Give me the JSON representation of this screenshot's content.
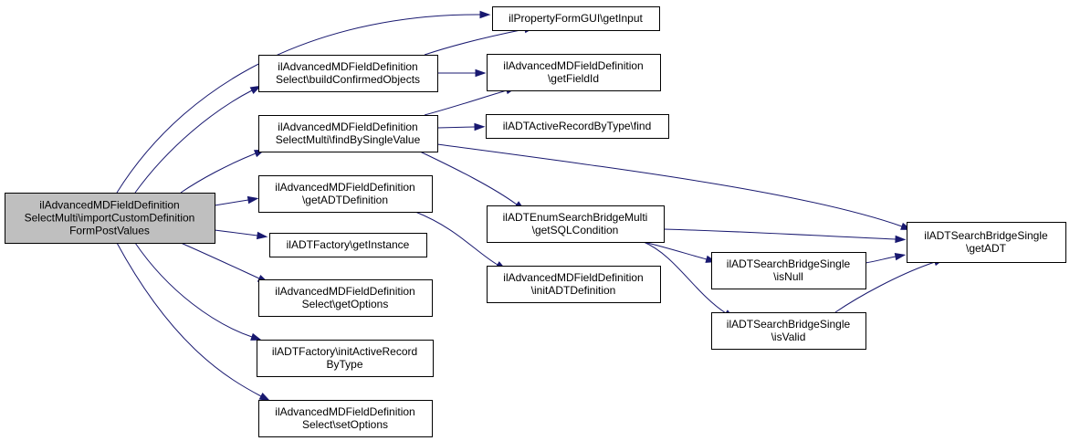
{
  "colors": {
    "root_fill": "#bfbfbf",
    "node_fill": "#ffffff",
    "node_border": "#000000",
    "edge": "#191970"
  },
  "nodes": [
    {
      "id": "root",
      "lines": [
        "ilAdvancedMDFieldDefinition",
        "SelectMulti\\importCustomDefinition",
        "FormPostValues"
      ],
      "root": true
    },
    {
      "id": "buildConfirmed",
      "lines": [
        "ilAdvancedMDFieldDefinition",
        "Select\\buildConfirmedObjects"
      ]
    },
    {
      "id": "findBySingle",
      "lines": [
        "ilAdvancedMDFieldDefinition",
        "SelectMulti\\findBySingleValue"
      ]
    },
    {
      "id": "getADTDef",
      "lines": [
        "ilAdvancedMDFieldDefinition",
        "\\getADTDefinition"
      ]
    },
    {
      "id": "getInstance",
      "lines": [
        "ilADTFactory\\getInstance"
      ]
    },
    {
      "id": "getOptions",
      "lines": [
        "ilAdvancedMDFieldDefinition",
        "Select\\getOptions"
      ]
    },
    {
      "id": "initActive",
      "lines": [
        "ilADTFactory\\initActiveRecord",
        "ByType"
      ]
    },
    {
      "id": "setOptions",
      "lines": [
        "ilAdvancedMDFieldDefinition",
        "Select\\setOptions"
      ]
    },
    {
      "id": "getInput",
      "lines": [
        "ilPropertyFormGUI\\getInput"
      ]
    },
    {
      "id": "getFieldId",
      "lines": [
        "ilAdvancedMDFieldDefinition",
        "\\getFieldId"
      ]
    },
    {
      "id": "find",
      "lines": [
        "ilADTActiveRecordByType\\find"
      ]
    },
    {
      "id": "getSQL",
      "lines": [
        "ilADTEnumSearchBridgeMulti",
        "\\getSQLCondition"
      ]
    },
    {
      "id": "initADTDef",
      "lines": [
        "ilAdvancedMDFieldDefinition",
        "\\initADTDefinition"
      ]
    },
    {
      "id": "isNull",
      "lines": [
        "ilADTSearchBridgeSingle",
        "\\isNull"
      ]
    },
    {
      "id": "isValid",
      "lines": [
        "ilADTSearchBridgeSingle",
        "\\isValid"
      ]
    },
    {
      "id": "getADT",
      "lines": [
        "ilADTSearchBridgeSingle",
        "\\getADT"
      ]
    }
  ],
  "edges": [
    [
      "root",
      "getInput"
    ],
    [
      "root",
      "buildConfirmed"
    ],
    [
      "root",
      "findBySingle"
    ],
    [
      "root",
      "getADTDef"
    ],
    [
      "root",
      "getInstance"
    ],
    [
      "root",
      "getOptions"
    ],
    [
      "root",
      "initActive"
    ],
    [
      "root",
      "setOptions"
    ],
    [
      "buildConfirmed",
      "getInput"
    ],
    [
      "buildConfirmed",
      "getFieldId"
    ],
    [
      "findBySingle",
      "getFieldId"
    ],
    [
      "findBySingle",
      "find"
    ],
    [
      "findBySingle",
      "getSQL"
    ],
    [
      "findBySingle",
      "getADT"
    ],
    [
      "getADTDef",
      "initADTDef"
    ],
    [
      "getSQL",
      "getADT"
    ],
    [
      "getSQL",
      "isNull"
    ],
    [
      "getSQL",
      "isValid"
    ],
    [
      "isNull",
      "getADT"
    ],
    [
      "isValid",
      "getADT"
    ]
  ]
}
